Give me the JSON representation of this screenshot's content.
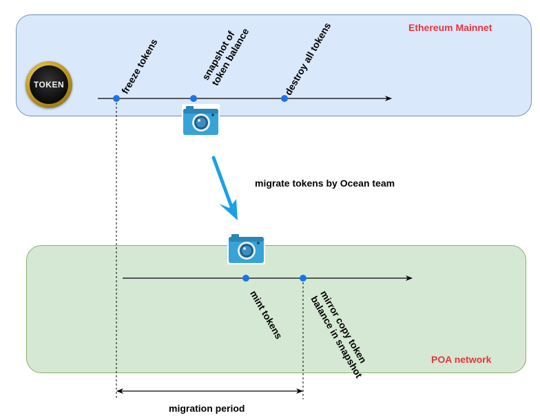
{
  "regions": {
    "ethereum": "Ethereum Mainnet",
    "poa": "POA network"
  },
  "token_logo": "TOKEN",
  "mainnet_events": {
    "freeze": "freeze tokens",
    "snapshot_line1": "snapshot of",
    "snapshot_line2": "token balance",
    "destroy": "destroy all tokens"
  },
  "migration": "migrate tokens by Ocean team",
  "poa_events": {
    "mint": "mint tokens",
    "mirror_line1": "mirror copy token",
    "mirror_line2": "balance in snapshot"
  },
  "period": "migration period",
  "icons": [
    "camera-icon",
    "token-logo"
  ],
  "colors": {
    "ethereum_fill": "#dae8fc",
    "poa_fill": "#d5e8d4",
    "region_label": "#e8333a",
    "event_dot": "#1a73e8",
    "migrate_arrow": "#1ba1e2",
    "camera_body": "#36a3d9"
  }
}
